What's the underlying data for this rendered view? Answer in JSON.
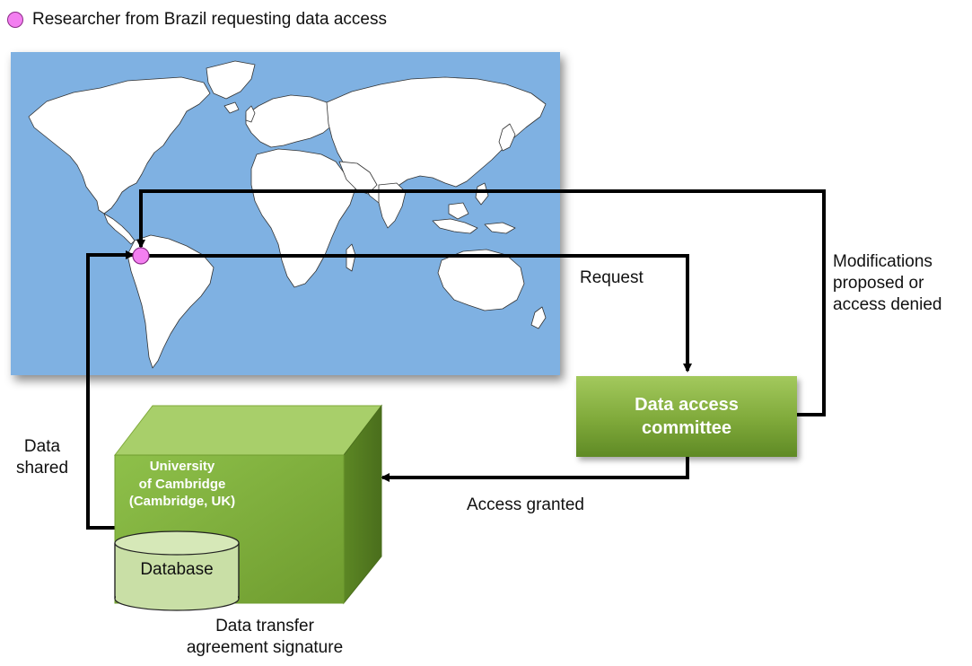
{
  "legend": {
    "text": "Researcher from Brazil requesting data access",
    "dot_color": "#f37ff0"
  },
  "labels": {
    "request": "Request",
    "modifications": [
      "Modifications",
      "proposed or",
      "access denied"
    ],
    "data_shared": [
      "Data",
      "shared"
    ],
    "access_granted": "Access granted",
    "transfer": [
      "Data transfer",
      "agreement signature"
    ]
  },
  "committee": {
    "line1": "Data access",
    "line2": "committee",
    "color": "#7fa93a"
  },
  "institution": {
    "line1": "University",
    "line2": "of Cambridge",
    "line3": "(Cambridge, UK)",
    "color": "#8ab546"
  },
  "database": {
    "label": "Database",
    "color": "#c9dfa6"
  },
  "map": {
    "ocean_color": "#7fb1e2",
    "land_color": "#ffffff"
  }
}
